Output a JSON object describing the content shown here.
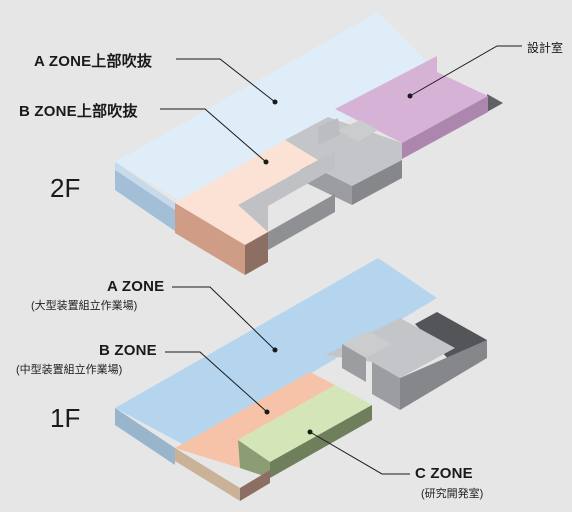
{
  "floors": {
    "upper": {
      "label": "2F"
    },
    "lower": {
      "label": "1F"
    }
  },
  "labels": {
    "a_void": "A ZONE上部吹抜",
    "b_void": "B ZONE上部吹抜",
    "design_room": "設計室",
    "a_zone": {
      "title": "A ZONE",
      "sub": "(大型装置組立作業場)"
    },
    "b_zone": {
      "title": "B ZONE",
      "sub": "(中型装置組立作業場)"
    },
    "c_zone": {
      "title": "C ZONE",
      "sub": "(研究開発室)"
    }
  },
  "colors": {
    "background": "#e6e6e7",
    "a_void": "#dfedf8",
    "b_void": "#fbe2d4",
    "design_room": "#d6b3d6",
    "a_zone": "#b5d5ef",
    "b_zone": "#f6c3a8",
    "c_zone": "#d4e6b7",
    "rooms": "#b9babd",
    "dark_block": "#545558"
  }
}
